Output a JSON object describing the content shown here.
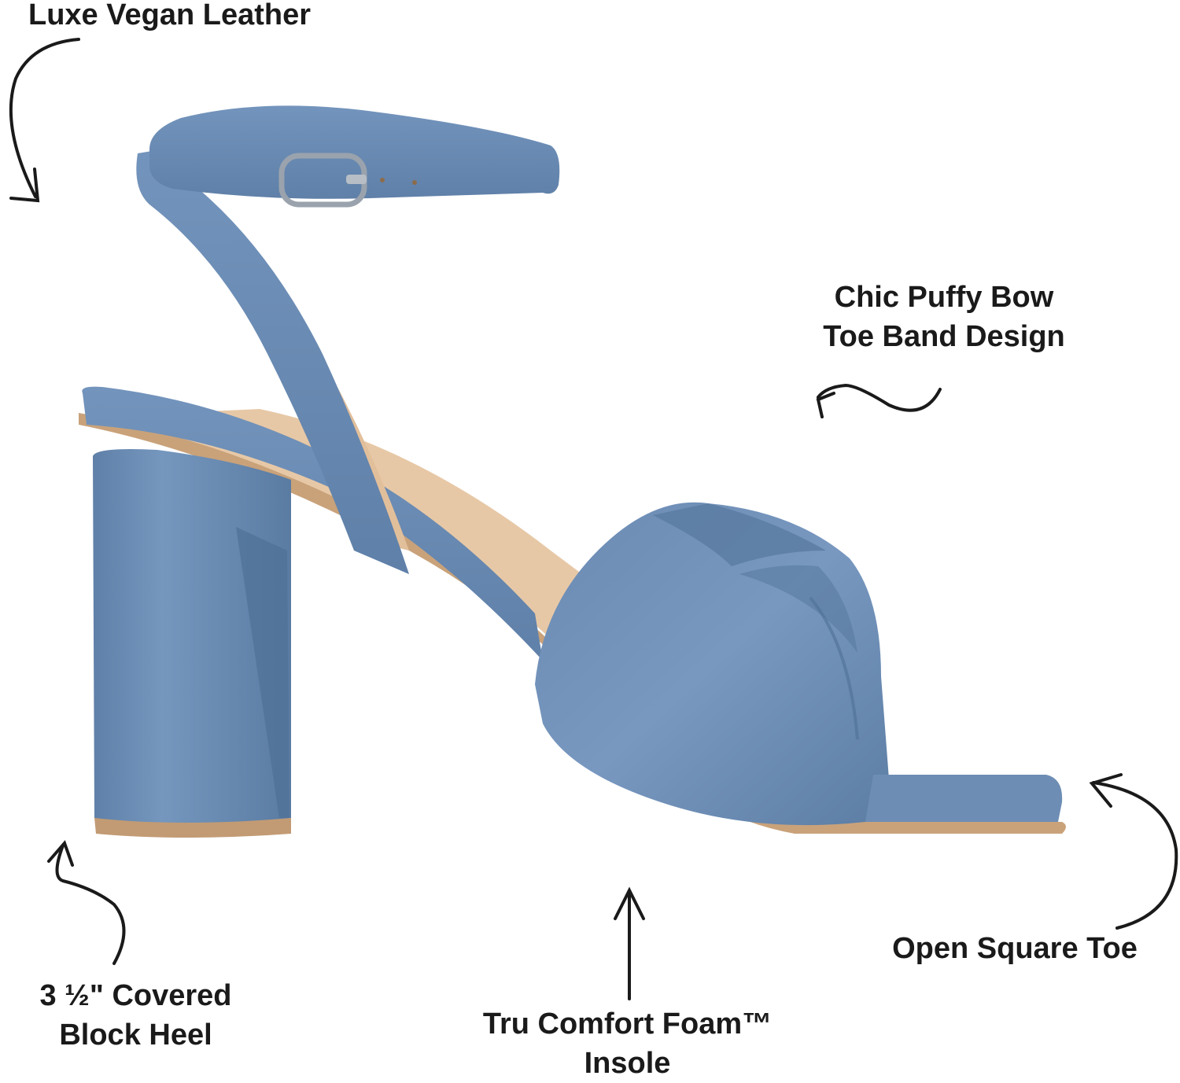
{
  "callouts": {
    "leather": "Luxe Vegan Leather",
    "bow_line1": "Chic Puffy Bow",
    "bow_line2": "Toe Band Design",
    "toe": "Open Square Toe",
    "heel_line1": "3 ½\" Covered",
    "heel_line2": "Block Heel",
    "insole_line1": "Tru Comfort Foam™",
    "insole_line2": "Insole"
  },
  "colors": {
    "leather_blue": "#6f8fb5",
    "leather_shadow": "#55769c",
    "lining_nude": "#e7c8a6",
    "outsole": "#c9a27a",
    "ink": "#1a1a1a"
  }
}
